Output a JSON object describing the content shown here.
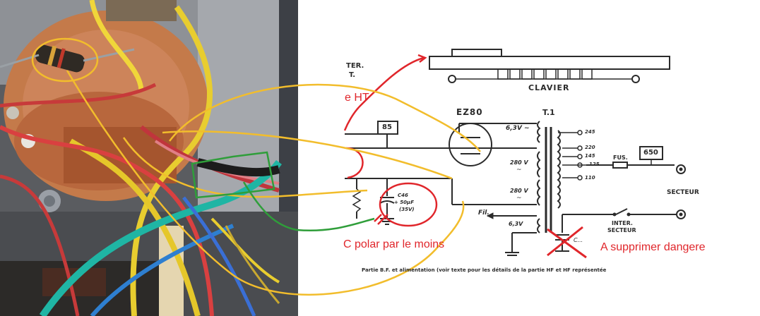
{
  "schematic": {
    "header_inter": "TER.",
    "header_t": "T.",
    "clavier": "CLAVIER",
    "tube": "EZ80",
    "transformer": "T.1",
    "heater_label": "6,3V ~",
    "secondary_280_a": "280 V",
    "secondary_280_b": "280 V",
    "tilde": "~",
    "filament": "Fil.",
    "heater_low": "6,3V",
    "resistor_85": "85",
    "fuse_box": "650",
    "fuse": "FUS.",
    "taps": [
      "245",
      "220",
      "145",
      "125",
      "110"
    ],
    "secteur": "SECTEUR",
    "inter_secteur_1": "INTER.",
    "inter_secteur_2": "SECTEUR",
    "cap_name": "C46",
    "cap_value": "+ 50µF",
    "cap_voltage": "(35V)",
    "caption": "Partie B.F. et alimentation (voir texte pour les détails de la partie HF et HF représentée"
  },
  "annotations": {
    "ht_label": "e HT",
    "polarity_note": "C polar par le moins",
    "danger_note": "A supprimer  dangere",
    "cap_struck": "C..."
  },
  "colors": {
    "annotation_red": "#e0262b",
    "trace_yellow": "#f2bd2c",
    "trace_green": "#2f9e3a"
  }
}
